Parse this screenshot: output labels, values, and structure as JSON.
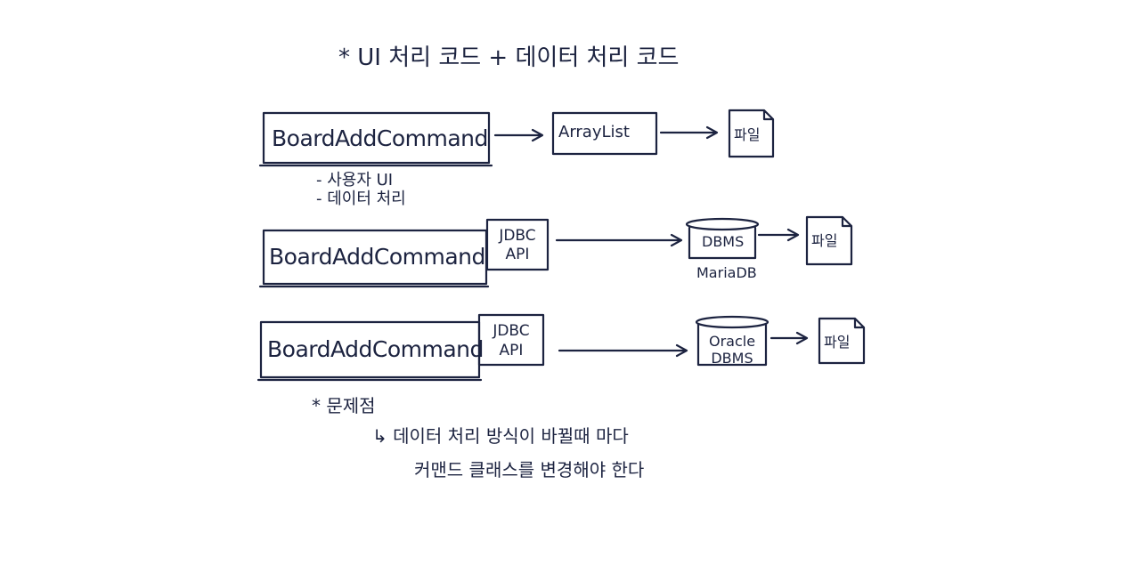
{
  "title": "*  UI 처리 코드 + 데이터 처리 코드",
  "rows": [
    {
      "command": "BoardAddCommand",
      "notes": [
        "- 사용자 UI",
        "- 데이터 처리"
      ],
      "middle": "ArrayList",
      "end": "파일"
    },
    {
      "command": "BoardAddCommand",
      "api_line1": "JDBC",
      "api_line2": "API",
      "db": "DBMS",
      "db_caption": "MariaDB",
      "end": "파일"
    },
    {
      "command": "BoardAddCommand",
      "api_line1": "JDBC",
      "api_line2": "API",
      "db_line1": "Oracle",
      "db_line2": "DBMS",
      "end": "파일"
    }
  ],
  "problem": {
    "heading": "*  문제점",
    "line1": "↳ 데이터 처리 방식이 바뀔때 마다",
    "line2": "커맨드 클래스를 변경해야 한다"
  }
}
